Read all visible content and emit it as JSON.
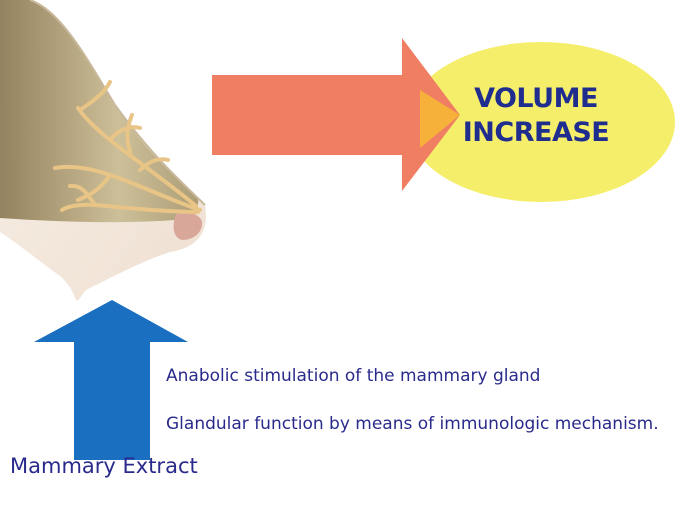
{
  "diagram": {
    "outcome": {
      "line1": "VOLUME",
      "line2": "INCREASE"
    },
    "mechanisms": [
      "Anabolic stimulation of the mammary gland",
      "Glandular function by means of immunologic mechanism."
    ],
    "source": "Mammary Extract"
  },
  "colors": {
    "outcome_fill": "#f5ee6a",
    "arrow_right": "#f07e62",
    "arrow_up": "#1a6fc1",
    "text": "#2a2a8c"
  }
}
